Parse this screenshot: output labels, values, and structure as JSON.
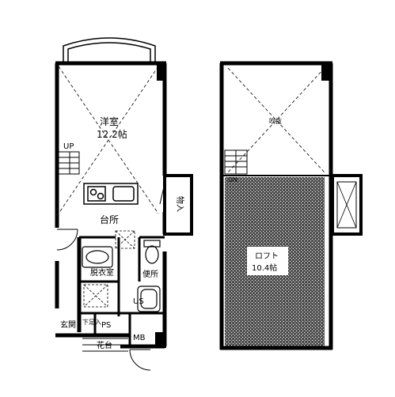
{
  "unit1": {
    "western_room": {
      "name": "洋室",
      "size": "12.2帖"
    },
    "kitchen": "台所",
    "stairs_up": "UP",
    "storage": "物入",
    "dressing_room": "脱衣室",
    "toilet": "便所",
    "bath": "US",
    "ps": "PS",
    "laundry": "下足入",
    "entrance": "玄関",
    "porch": "花台",
    "meter_box": "MB"
  },
  "unit2": {
    "atrium": "吹抜",
    "stairs_down": "DN",
    "loft": {
      "name": "ロフト",
      "size": "10.4帖"
    }
  }
}
